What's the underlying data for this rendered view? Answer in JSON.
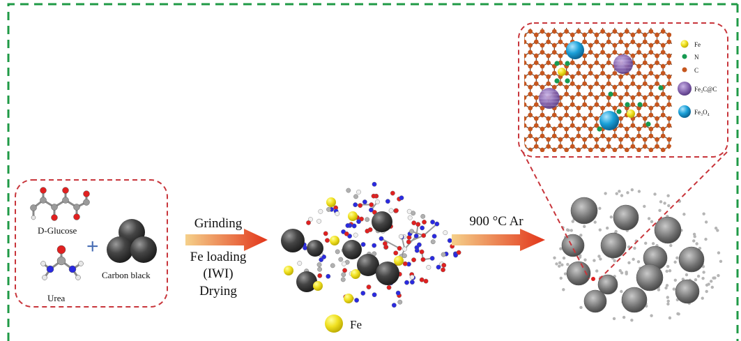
{
  "inputs": {
    "glucose_label": "D-Glucose",
    "urea_label": "Urea",
    "carbon_black_label": "Carbon black",
    "plus_sign": "+"
  },
  "step1": {
    "line1": "Grinding",
    "line2": "Fe loading",
    "line3": "(IWI)",
    "line4": "Drying"
  },
  "intermediate": {
    "fe_label": "Fe"
  },
  "step2": {
    "label": "900 °C Ar"
  },
  "legend": {
    "fe": "Fe",
    "n": "N",
    "c": "C",
    "fe3c": "Fe₃C@C",
    "fe3o4": "Fe₃O₄"
  },
  "colors": {
    "outer_border": "#1f9a46",
    "dashed_red": "#c8353b",
    "arrow_start": "#f3c06a",
    "arrow_end": "#e23a1c",
    "iron": "#f2e11a",
    "nitrogen": "#169a52",
    "carbon": "#c5561e",
    "fe3c": "#7b5aa6",
    "fe3o4": "#1aa0d8",
    "sphere": "#3a3a3a"
  }
}
